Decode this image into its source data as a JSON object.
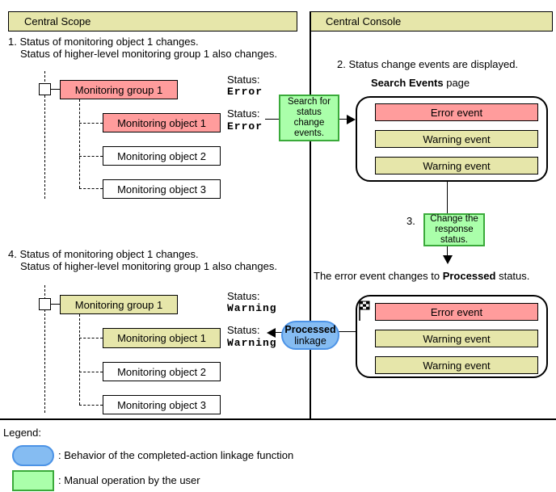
{
  "header": {
    "left": "Central Scope",
    "right": "Central Console"
  },
  "colors": {
    "header_bg": "#e6e6aa",
    "error_pink": "#ff9c9c",
    "warning_yellow": "#e6e6aa",
    "action_green": "#aaffaa",
    "action_green_border": "#3aaa3a",
    "linkage_blue": "#85bcf2",
    "linkage_blue_border": "#4c93e6"
  },
  "step1": {
    "line1": "1. Status of monitoring object 1 changes.",
    "line2": "Status of higher-level monitoring group 1 also changes.",
    "group_label": "Monitoring group 1",
    "objects": [
      "Monitoring object 1",
      "Monitoring object 2",
      "Monitoring object 3"
    ],
    "group_status_label": "Status:",
    "group_status_value": "Error",
    "object_status_label": "Status:",
    "object_status_value": "Error"
  },
  "search_action": {
    "label": "Search for status change events."
  },
  "step2": {
    "caption": "2. Status change events are displayed.",
    "page_title": "Search Events",
    "page_title_suffix": " page",
    "events": [
      "Error event",
      "Warning event",
      "Warning event"
    ]
  },
  "step3": {
    "number": "3.",
    "label": "Change the response status."
  },
  "processed_note": {
    "pre": "The error event changes to ",
    "bold": "Processed",
    "post": " status."
  },
  "processed_panel": {
    "events": [
      "Error event",
      "Warning event",
      "Warning event"
    ]
  },
  "linkage": {
    "bold": "Processed",
    "rest": "linkage"
  },
  "step4": {
    "line1": "4. Status of monitoring object 1 changes.",
    "line2": "Status of higher-level monitoring group 1 also changes.",
    "group_label": "Monitoring group 1",
    "objects": [
      "Monitoring object 1",
      "Monitoring object 2",
      "Monitoring object 3"
    ],
    "group_status_label": "Status:",
    "group_status_value": "Warning",
    "object_status_label": "Status:",
    "object_status_value": "Warning"
  },
  "legend": {
    "title": "Legend:",
    "blue_text": ": Behavior of the completed-action linkage function",
    "green_text": ": Manual operation by the user"
  }
}
